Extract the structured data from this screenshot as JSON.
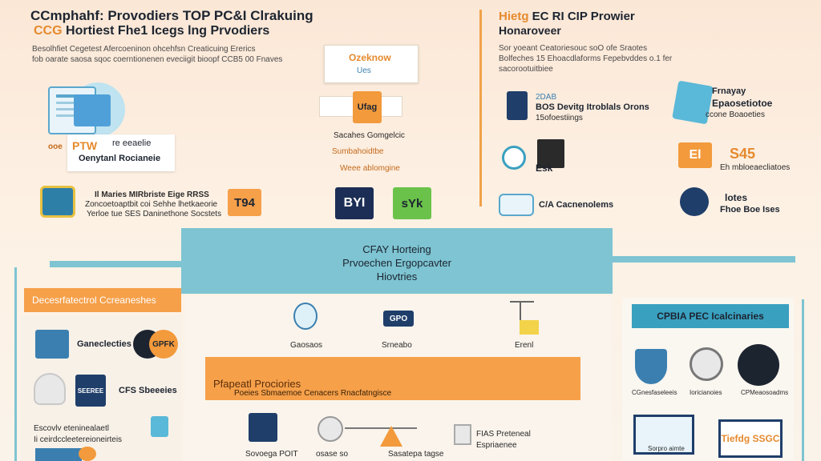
{
  "header": {
    "title_line1": "CCmphahf: Provodiers TOP PC&I Clrakuing",
    "title_line2_a": "CCG",
    "title_line2_b": "Hortiest Fhe1 Icegs lng Prvodiers",
    "subtitle_lines": [
      "Besolhfiet Cegetest Afercoeninon ohcehfsn Creaticuing Ererics",
      "fob oarate saosa sqoc coerntionenen eveciigit bioopf CCB5 00 Fnaves"
    ]
  },
  "right_header": {
    "title_line1_a": "Hietg",
    "title_line1_b": "EC RI CIP Prowier",
    "title_line2": "Honaroveer",
    "subtitle_lines": [
      "Sor yoeant Ceatoriesouc soO ofe Sraotes",
      "Bolfeches 15 Ehoacdlaforms Fepebvddes o.1 fer",
      "sacorootuitbiee"
    ]
  },
  "top_left": {
    "badge_small": "ooe",
    "badge_code": "PTW",
    "box_line1": "re eeaelie",
    "box_line2": "Oenytanl Rocianeie"
  },
  "top_center": {
    "card_top": "Ozeknow",
    "card_sub": "Ues",
    "package_label": "Ufag",
    "text1": "Sacahes Gomgelcic",
    "text2": "Sumbahoidtbe",
    "text3": "Weee ablomgine"
  },
  "mid_left": {
    "line1": "Il Maries MIRbriste Eige RRSS",
    "line2": "Zoncoetoaptbit coi Sehhe lhetkaeorie",
    "line3": "Yerloe tue SES Daninethone Socstets",
    "tile_text": "T94"
  },
  "mid_center": {
    "tile1_text": "BYI",
    "tile2_text": "sYk"
  },
  "right_items": [
    {
      "icon": "2DAB",
      "text": "BOS Devitg Itroblals Orons",
      "sub": "15ofoestiings"
    },
    {
      "icon": "EA",
      "text": "Esk",
      "sub": ""
    },
    {
      "icon": "",
      "text": "C/A Cacnenolems",
      "sub": ""
    }
  ],
  "right_far": {
    "badge_title": "Frnayay",
    "badge_sub": "Epaosetiotoe",
    "badge_small": "ccone Boaoeties",
    "rate_label": "El",
    "rate_value": "S45",
    "rate_sub": "Eh mbloeaecliatoes",
    "globe_title": "lotes",
    "globe_sub": "Fhoe Boe Ises"
  },
  "center_box": {
    "line1": "CFAY Horteing",
    "line2": "Prvoechen Ergopcavter",
    "line3": "Hiovtries"
  },
  "lower_left": {
    "tab_label": "Decesrfatectrol Ccreaneshes",
    "item1": "Ganeclecties",
    "item1_icon": "GPFK",
    "item2_icon": "SEEREE",
    "item2_text": "CFS Sbeeeies",
    "item3_text": "Escovlv eteninealaetl",
    "item4_text": "Ii ceirdccleetereioneirteis"
  },
  "lower_center": {
    "icon1_label": "Gaosaos",
    "icon2_label": "Srneabo",
    "icon3_label": "Erenl",
    "icon2_text": "GPO",
    "tab_label": "Pfapeatl Prociories",
    "tab_sub": "Poeies Sbmaemoe Cenacers Rnacfatngisce",
    "bottom_items": [
      "Sovoega POIT",
      "osase so",
      "Sasatepa tagse",
      "FIAS Preteneal Espriaenee"
    ]
  },
  "lower_right": {
    "tab_label": "CPBIA PEC Icalcinaries",
    "shield_label": "CGnesfaseleeis",
    "cert_label": "Ioricianoies",
    "person_label": "CPMeaosoadms",
    "screen_label": "Sorpro aimte",
    "screen_text": "Tiefdg SSGC"
  },
  "colors": {
    "orange": "#f6a04a",
    "teal": "#7ec4d2",
    "navy": "#1c2430",
    "blue": "#3aa0c0"
  }
}
